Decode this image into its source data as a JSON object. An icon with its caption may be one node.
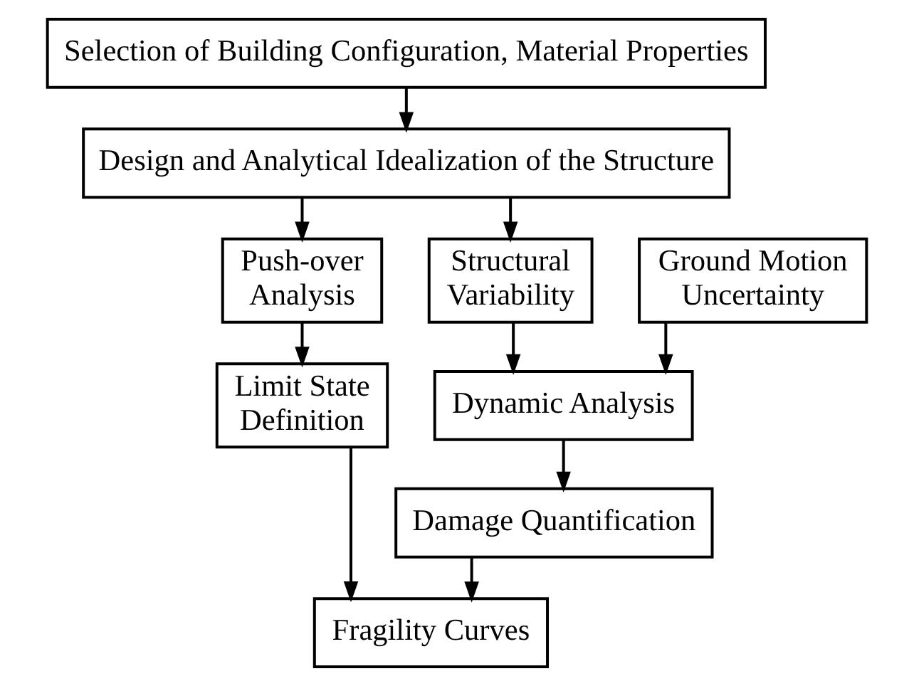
{
  "diagram": {
    "nodes": [
      {
        "text": [
          "Selection of Building Configuration, Material Properties"
        ]
      },
      {
        "text": [
          "Design and Analytical Idealization of the Structure"
        ]
      },
      {
        "text": [
          "Push-over Analysis"
        ]
      },
      {
        "text": [
          "Ground Motion Uncertainty"
        ]
      },
      {
        "text": [
          "Structural Variability"
        ]
      },
      {
        "text": [
          "Limit State Definition"
        ]
      },
      {
        "text": [
          "Dynamic Analysis"
        ]
      },
      {
        "text": [
          "Damage Quantification"
        ]
      },
      {
        "text": [
          "Fragility Curves"
        ]
      }
    ],
    "edges": [
      {
        "from": 0,
        "to": 1,
        "arrow": "to"
      },
      {
        "from": 1,
        "to": 2,
        "arrow": "to"
      },
      {
        "from": 1,
        "to": 4,
        "arrow": "to"
      },
      {
        "from": 2,
        "to": 5,
        "arrow": "to"
      },
      {
        "from": 3,
        "to": 6,
        "arrow": "to"
      },
      {
        "from": 4,
        "to": 6,
        "arrow": "to"
      },
      {
        "from": 6,
        "to": 7,
        "arrow": "to"
      },
      {
        "from": 5,
        "to": 8,
        "arrow": "to"
      },
      {
        "from": 7,
        "to": 8,
        "arrow": "to"
      }
    ]
  }
}
